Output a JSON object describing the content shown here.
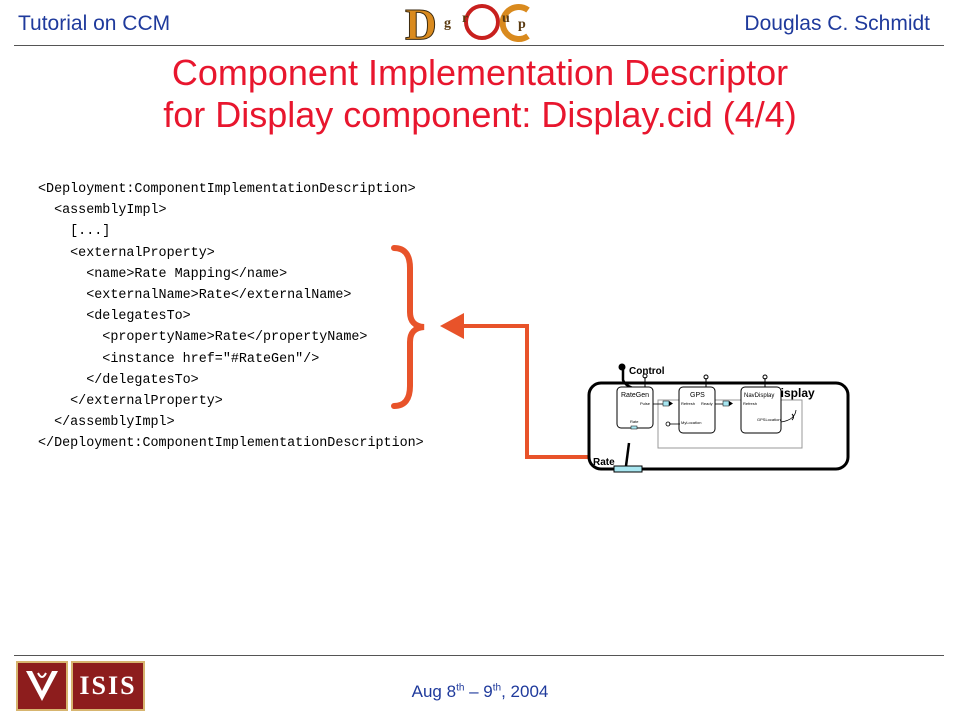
{
  "header": {
    "left": "Tutorial on CCM",
    "right": "Douglas C. Schmidt",
    "logo_letters": [
      "g",
      "r",
      "u",
      "p"
    ]
  },
  "title": {
    "line1": "Component Implementation Descriptor",
    "line2": "for Display component: Display.cid (4/4)"
  },
  "code_lines": [
    "<Deployment:ComponentImplementationDescription>",
    "  <assemblyImpl>",
    "    [...]",
    "    <externalProperty>",
    "      <name>Rate Mapping</name>",
    "      <externalName>Rate</externalName>",
    "      <delegatesTo>",
    "        <propertyName>Rate</propertyName>",
    "        <instance href=\"#RateGen\"/>",
    "      </delegatesTo>",
    "    </externalProperty>",
    "  </assemblyImpl>",
    "</Deployment:ComponentImplementationDescription>"
  ],
  "diagram": {
    "container_label": "Display",
    "control_label": "Control",
    "rate_label": "Rate",
    "components": [
      {
        "name": "RateGen",
        "ports": [
          "Pulse",
          "Rate"
        ]
      },
      {
        "name": "GPS",
        "ports": [
          "Refresh",
          "Ready",
          "MyLocation"
        ]
      },
      {
        "name": "NavDisplay",
        "ports": [
          "Refresh",
          "GPSLocation"
        ]
      }
    ]
  },
  "colors": {
    "accent": "#e8162e",
    "arrow": "#e8532a",
    "link": "#1f3a9c"
  },
  "footer": {
    "date_a": "Aug 8",
    "date_a_sup": "th",
    "date_mid": " – 9",
    "date_b_sup": "th",
    "date_end": ", 2004",
    "logo_right_text": "ISIS"
  }
}
